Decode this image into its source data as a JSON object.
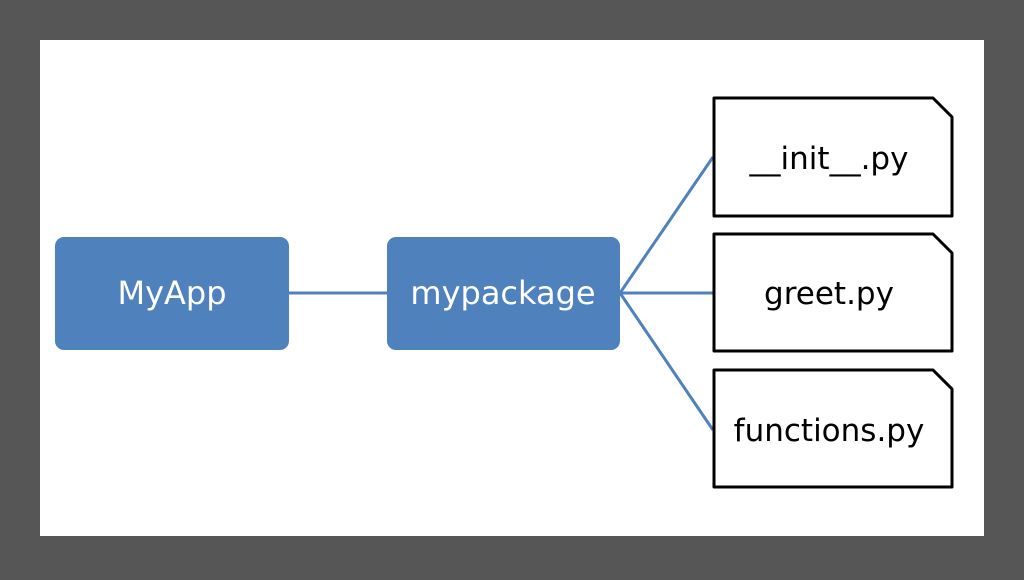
{
  "diagram": {
    "root": {
      "label": "MyApp"
    },
    "package": {
      "label": "mypackage"
    },
    "files": [
      {
        "label": "__init__.py"
      },
      {
        "label": "greet.py"
      },
      {
        "label": "functions.py"
      }
    ]
  },
  "colors": {
    "frame": "#565656",
    "canvas": "#ffffff",
    "node_fill": "#4f81bd",
    "connector": "#4f81bd",
    "node_text": "#ffffff",
    "file_border": "#000000",
    "file_text": "#000000"
  }
}
